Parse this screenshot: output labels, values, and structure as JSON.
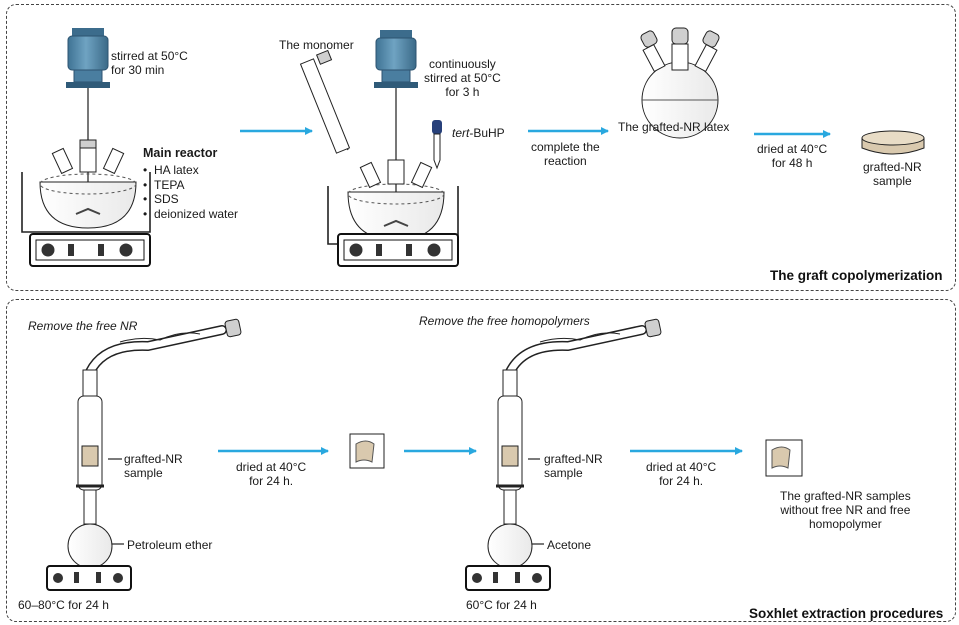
{
  "top_section": {
    "title": "The graft copolymerization",
    "step1": {
      "condition": [
        "stirred at 50°C",
        "for 30 min"
      ],
      "reactor_label": "Main reactor",
      "reagents": [
        "HA latex",
        "TEPA",
        "SDS",
        "deionized water"
      ]
    },
    "step2": {
      "monomer_label": "The monomer",
      "condition": [
        "continuously",
        "stirred at 50°C",
        "for 3 h"
      ],
      "initiator_italic": "tert",
      "initiator_rest": "-BuHP"
    },
    "arrow_to_step3": [
      "complete the",
      "reaction"
    ],
    "step3": {
      "label": "The grafted-NR latex"
    },
    "arrow_to_step4": [
      "dried at 40°C",
      "for 48 h"
    ],
    "step4": {
      "label": [
        "grafted-NR",
        "sample"
      ]
    }
  },
  "bottom_section": {
    "title": "Soxhlet extraction procedures",
    "step1": {
      "heading": "Remove the free NR",
      "sample_label": [
        "grafted-NR",
        "sample"
      ],
      "solvent_label": "Petroleum ether",
      "condition": "60–80°C for 24 h"
    },
    "arrow1": [
      "dried at 40°C",
      "for 24 h."
    ],
    "step2": {
      "heading": "Remove the free homopolymers",
      "sample_label": [
        "grafted-NR",
        "sample"
      ],
      "solvent_label": "Acetone",
      "condition": "60°C for 24 h"
    },
    "arrow2": [
      "dried at 40°C",
      "for 24 h."
    ],
    "final_label": [
      "The grafted-NR samples",
      "without free NR and free",
      "homopolymer"
    ]
  },
  "colors": {
    "arrow": "#29a8df",
    "motor": "#4f86a6",
    "border": "#444444",
    "sample": "#d9c9ae"
  },
  "icons": [
    "motor-icon",
    "three-neck-flask-icon",
    "hot-plate-stirrer-icon",
    "dropping-funnel-icon",
    "dropper-icon",
    "petri-dish-icon",
    "soxhlet-extractor-icon",
    "sample-pieces-icon"
  ]
}
